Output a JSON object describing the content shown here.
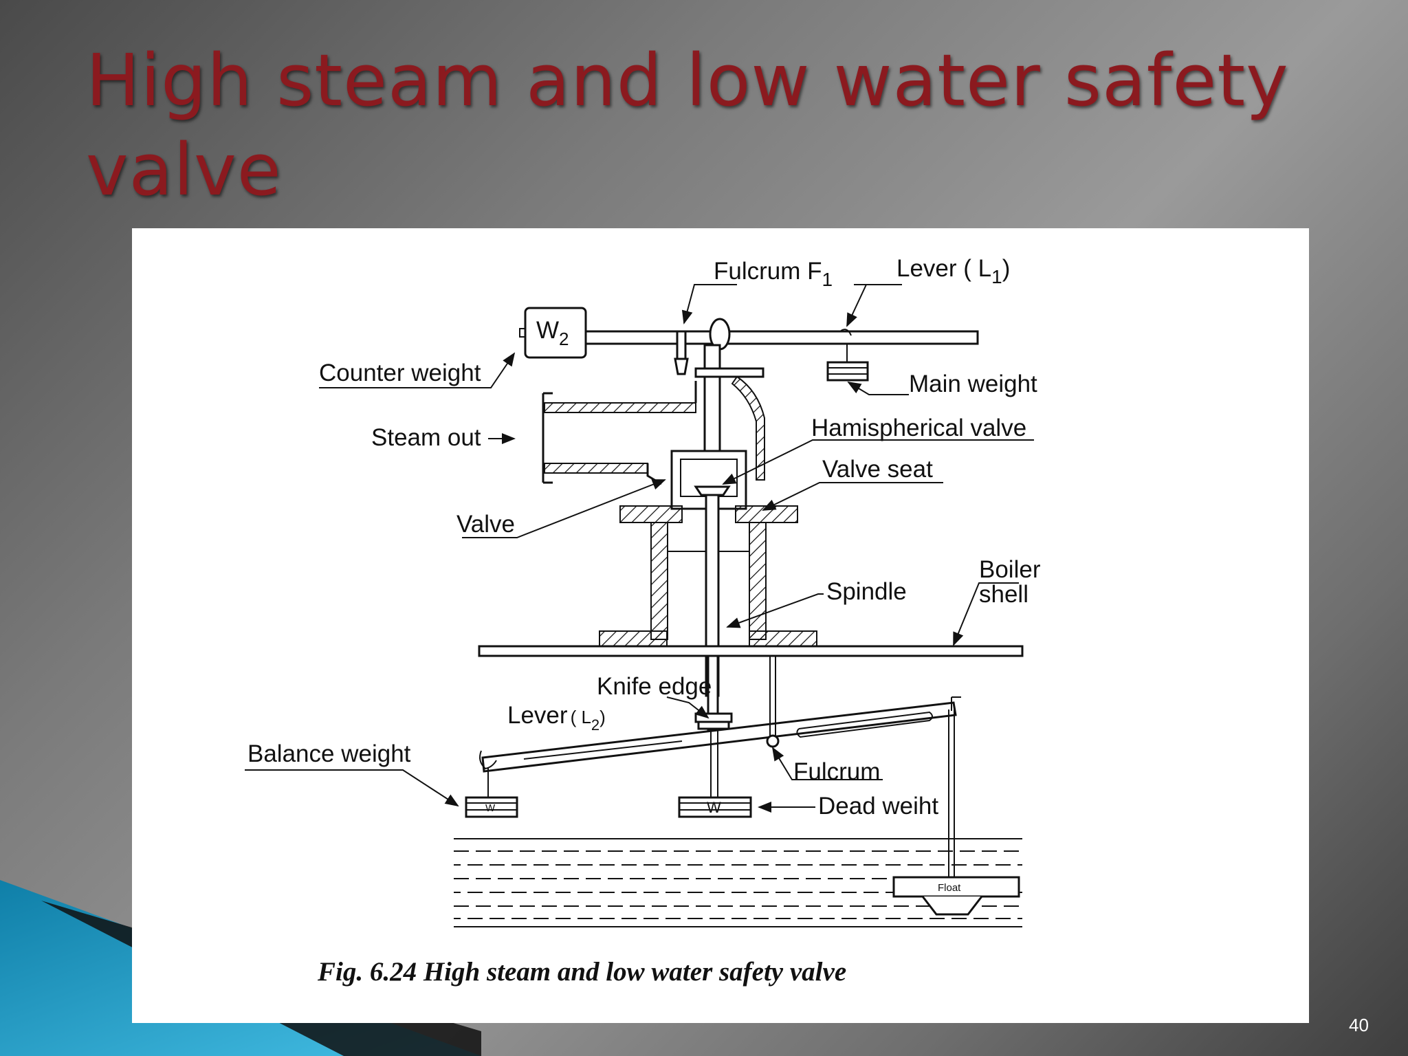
{
  "slide": {
    "title": "High steam and low water safety valve",
    "page_number": "40"
  },
  "diagram": {
    "labels": {
      "fulcrum_f1": "Fulcrum  F",
      "fulcrum_f1_sub": "1",
      "lever_l1": "Lever ( L",
      "lever_l1_sub": "1",
      "lever_l1_close": ")",
      "w2": "W",
      "w2_sub": "2",
      "counter_weight": "Counter weight",
      "main_weight": "Main weight",
      "steam_out": "Steam out",
      "hemispherical_valve": "Hamispherical valve",
      "valve_seat": "Valve seat",
      "valve": "Valve",
      "spindle": "Spindle",
      "boiler_shell_1": "Boiler",
      "boiler_shell_2": "shell",
      "knife_edge": "Knife edge",
      "lever_l2": "Lever",
      "lever_l2_paren": "( L",
      "lever_l2_sub": "2",
      "lever_l2_close": ")",
      "balance_weight": "Balance weight",
      "fulcrum": "Fulcrum",
      "dead_weight": "Dead weiht",
      "float": "Float",
      "w_balance": "W",
      "w_dead": "W"
    },
    "caption": "Fig. 6.24 High steam and low water safety valve"
  },
  "colors": {
    "title": "#8b1a1f",
    "accent_blue": "#1a9ac0",
    "panel_bg": "#ffffff"
  }
}
